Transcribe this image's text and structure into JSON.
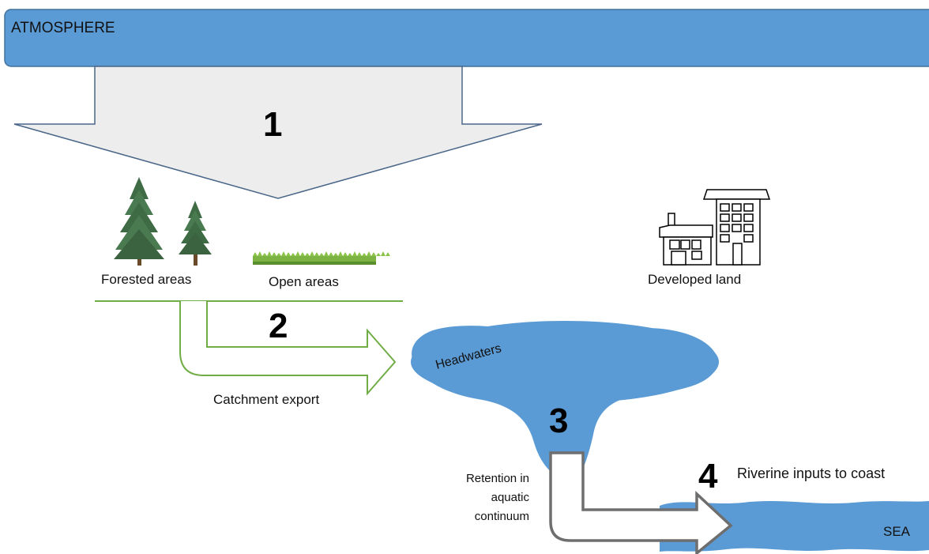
{
  "atmosphere": {
    "label": "ATMOSPHERE"
  },
  "steps": {
    "one": "1",
    "two": "2",
    "three": "3",
    "four": "4"
  },
  "land": {
    "forested": "Forested areas",
    "open": "Open areas",
    "developed": "Developed land"
  },
  "flows": {
    "catchment_export": "Catchment export",
    "retention_line1": "Retention in",
    "retention_line2": "aquatic",
    "retention_line3": "continuum",
    "riverine_inputs": "Riverine inputs to coast"
  },
  "water": {
    "headwaters": "Headwaters",
    "sea": "SEA"
  },
  "colors": {
    "water_blue": "#5b9bd5",
    "arrow_grey_fill": "#ececec",
    "arrow_grey_stroke": "#4a6789",
    "catchment_green": "#70ad47",
    "retention_grey": "#6e6e6e"
  },
  "icons": [
    "pine-tree-icon",
    "grass-icon",
    "house-icon",
    "apartment-building-icon"
  ]
}
